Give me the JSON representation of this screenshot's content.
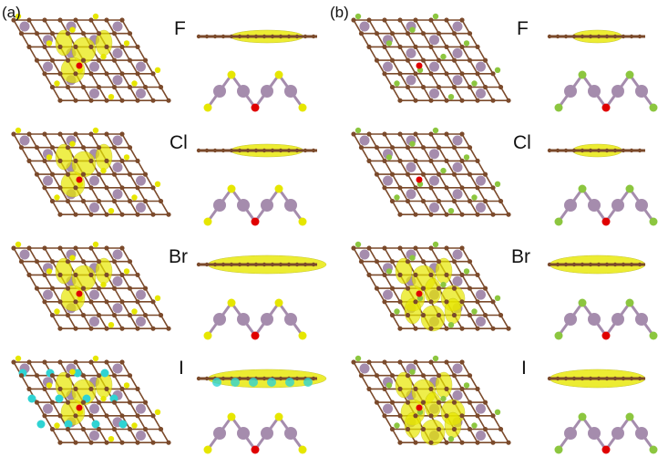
{
  "panels": [
    {
      "label": "(a)",
      "substituent_color": "#e6e600",
      "rows": [
        "F",
        "Cl",
        "Br",
        "I"
      ]
    },
    {
      "label": "(b)",
      "substituent_color": "#8cc63f",
      "rows": [
        "F",
        "Cl",
        "Br",
        "I"
      ]
    }
  ],
  "colors": {
    "carbon": "#7b4a2b",
    "metal": "#a58cad",
    "oxygen": "#e00000",
    "charge_positive": "#e8e800",
    "charge_negative": "#2fd3d3"
  }
}
